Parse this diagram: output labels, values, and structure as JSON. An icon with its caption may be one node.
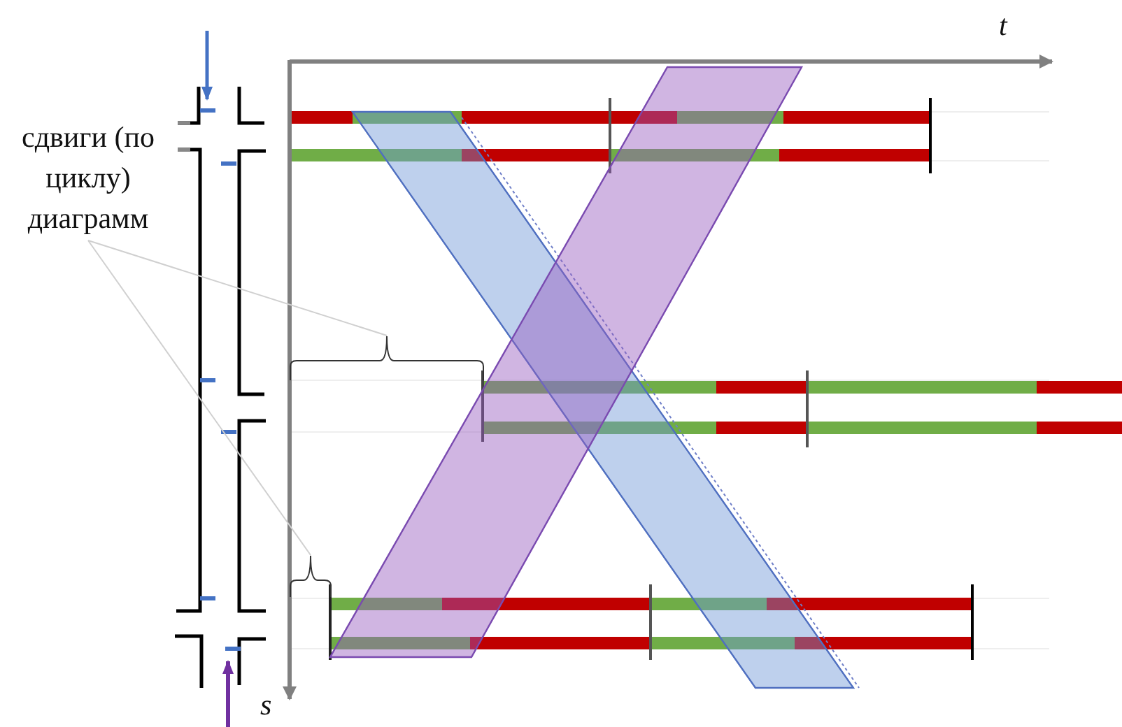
{
  "diagram": {
    "nodes": [
      {
        "text": [
          "сдвиги (по циклу) диаграмм"
        ]
      },
      {
        "text": [],
        "shape": "brace"
      },
      {
        "text": [],
        "shape": "brace"
      }
    ],
    "edges": [
      {
        "from": 0,
        "to": 1,
        "arrow": "none"
      },
      {
        "from": 0,
        "to": 2,
        "arrow": "none"
      }
    ],
    "labels": [
      "t",
      "s"
    ]
  }
}
